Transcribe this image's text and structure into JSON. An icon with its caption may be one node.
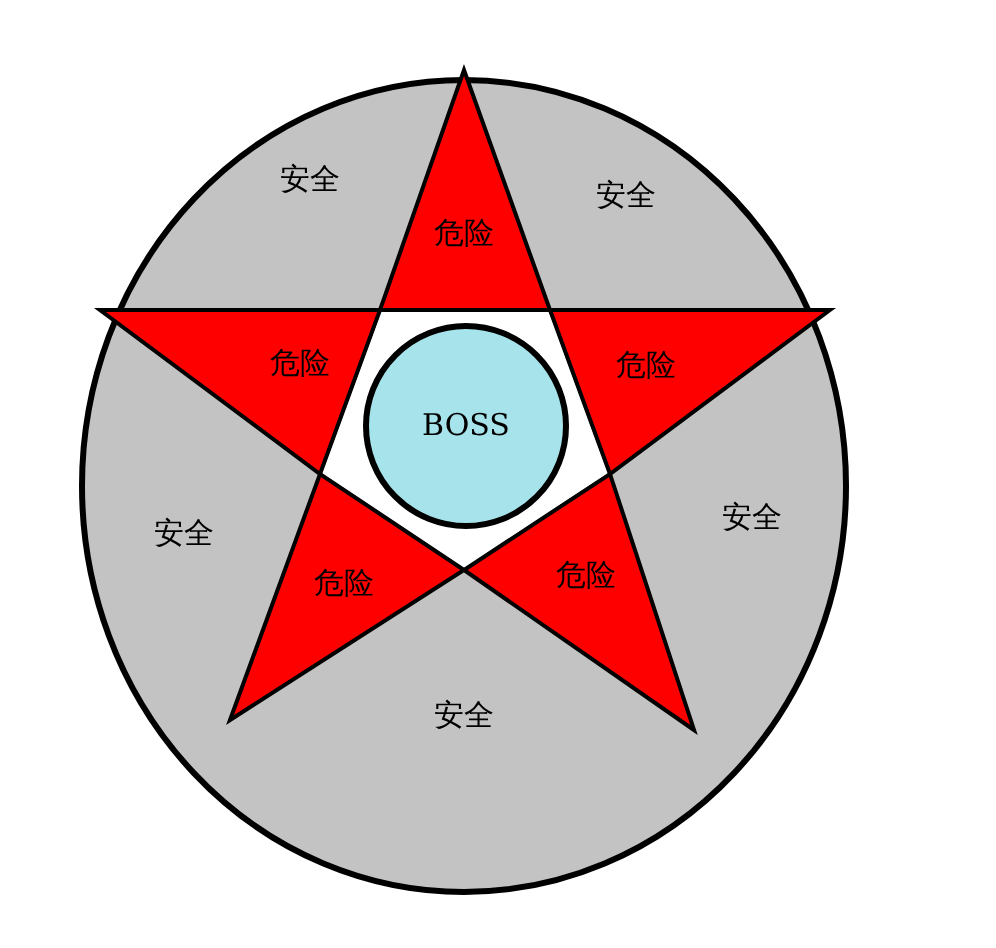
{
  "diagram": {
    "nodes": [
      {
        "text": [
          "危险"
        ]
      },
      {
        "text": [
          "危险"
        ]
      },
      {
        "text": [
          "危险"
        ]
      },
      {
        "text": [
          "BOSS"
        ]
      },
      {
        "text": [
          "危险"
        ]
      },
      {
        "text": [
          "危险"
        ]
      }
    ],
    "labels": [
      "安全",
      "安全",
      "安全",
      "安全",
      "安全"
    ]
  }
}
